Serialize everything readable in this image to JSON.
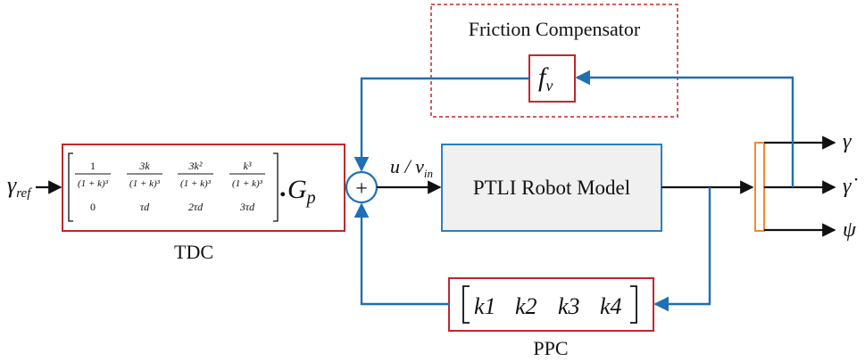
{
  "colors": {
    "red_block": "#c0272d",
    "blue_block": "#2a7fc1",
    "blue_arrow": "#1f6fb5",
    "black": "#111111",
    "robot_fill": "#f0f0f0",
    "demux": "#f28a2e"
  },
  "input": {
    "symbol": "γ",
    "subscript": "ref"
  },
  "tdc": {
    "label": "TDC",
    "matrix": {
      "row1": [
        {
          "num": "1",
          "den": "(1 + k)³"
        },
        {
          "num": "3k",
          "den": "(1 + k)³"
        },
        {
          "num": "3k²",
          "den": "(1 + k)³"
        },
        {
          "num": "k³",
          "den": "(1 + k)³"
        }
      ],
      "row2": [
        "0",
        "τd",
        "2τd",
        "3τd"
      ]
    },
    "gain_dot": ".",
    "gain_symbol": "G",
    "gain_subscript": "p"
  },
  "summer": {
    "symbol": "+"
  },
  "signal_label": {
    "main": "u / v",
    "subscript": "in"
  },
  "friction": {
    "title": "Friction Compensator",
    "symbol": "f",
    "subscript": "v"
  },
  "robot": {
    "label": "PTLI Robot Model"
  },
  "ppc": {
    "label": "PPC",
    "gains": [
      "k1",
      "k2",
      "k3",
      "k4"
    ]
  },
  "outputs": [
    {
      "symbol": "γ"
    },
    {
      "symbol": "γ̇"
    },
    {
      "symbol": "ψ"
    }
  ]
}
